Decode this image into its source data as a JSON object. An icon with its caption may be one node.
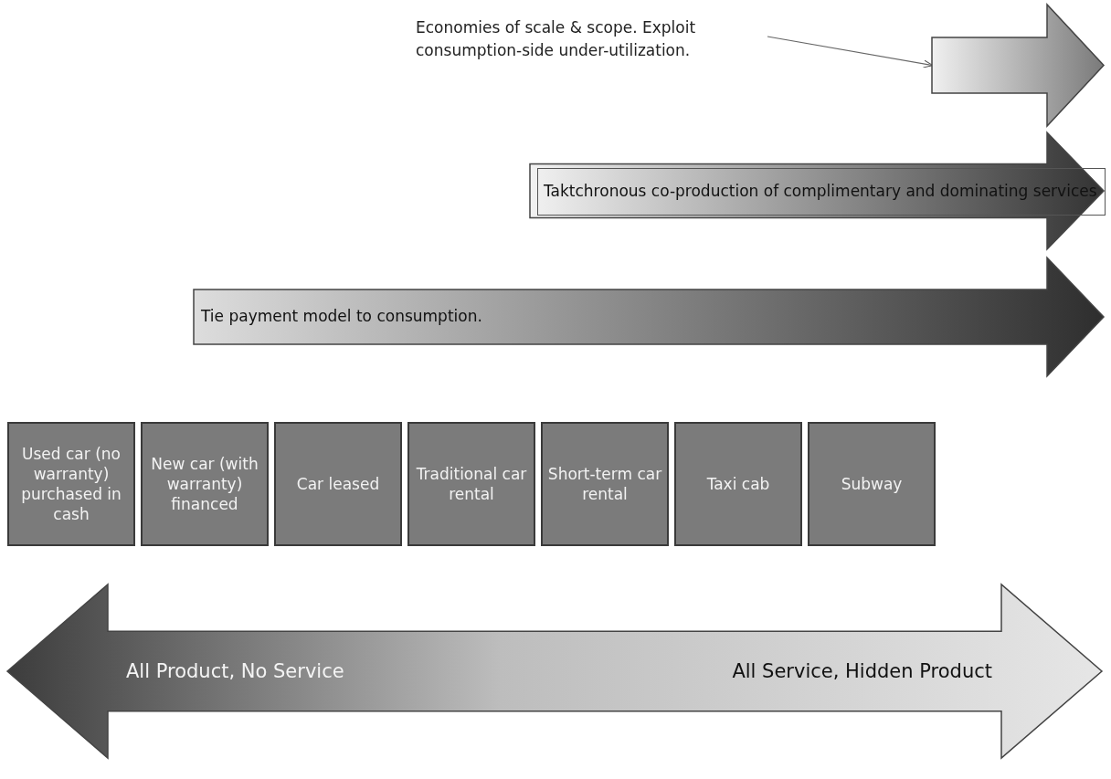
{
  "diagram": {
    "nodes": [
      {
        "text": [
          "Economies of scale & scope. Exploit consumption-side under-utilization."
        ]
      },
      {
        "text": [],
        "shape": "arrow"
      },
      {
        "text": [
          "Taktchronous co-production of complimentary and dominating services"
        ]
      },
      {
        "text": [
          "Tie payment model to consumption."
        ]
      },
      {
        "text": [
          "Used car (no warranty) purchased in cash"
        ]
      },
      {
        "text": [
          "New car (with warranty) financed"
        ]
      },
      {
        "text": [
          "Car leased"
        ]
      },
      {
        "text": [
          "Traditional car rental"
        ]
      },
      {
        "text": [
          "Short-term car rental"
        ]
      },
      {
        "text": [
          "Taxi cab"
        ]
      },
      {
        "text": [
          "Subway"
        ]
      },
      {
        "text": [
          "All Product, No Service",
          "All Service, Hidden Product"
        ]
      }
    ],
    "edges": [
      {
        "from": 0,
        "to": 1,
        "arrow": "to"
      }
    ]
  }
}
